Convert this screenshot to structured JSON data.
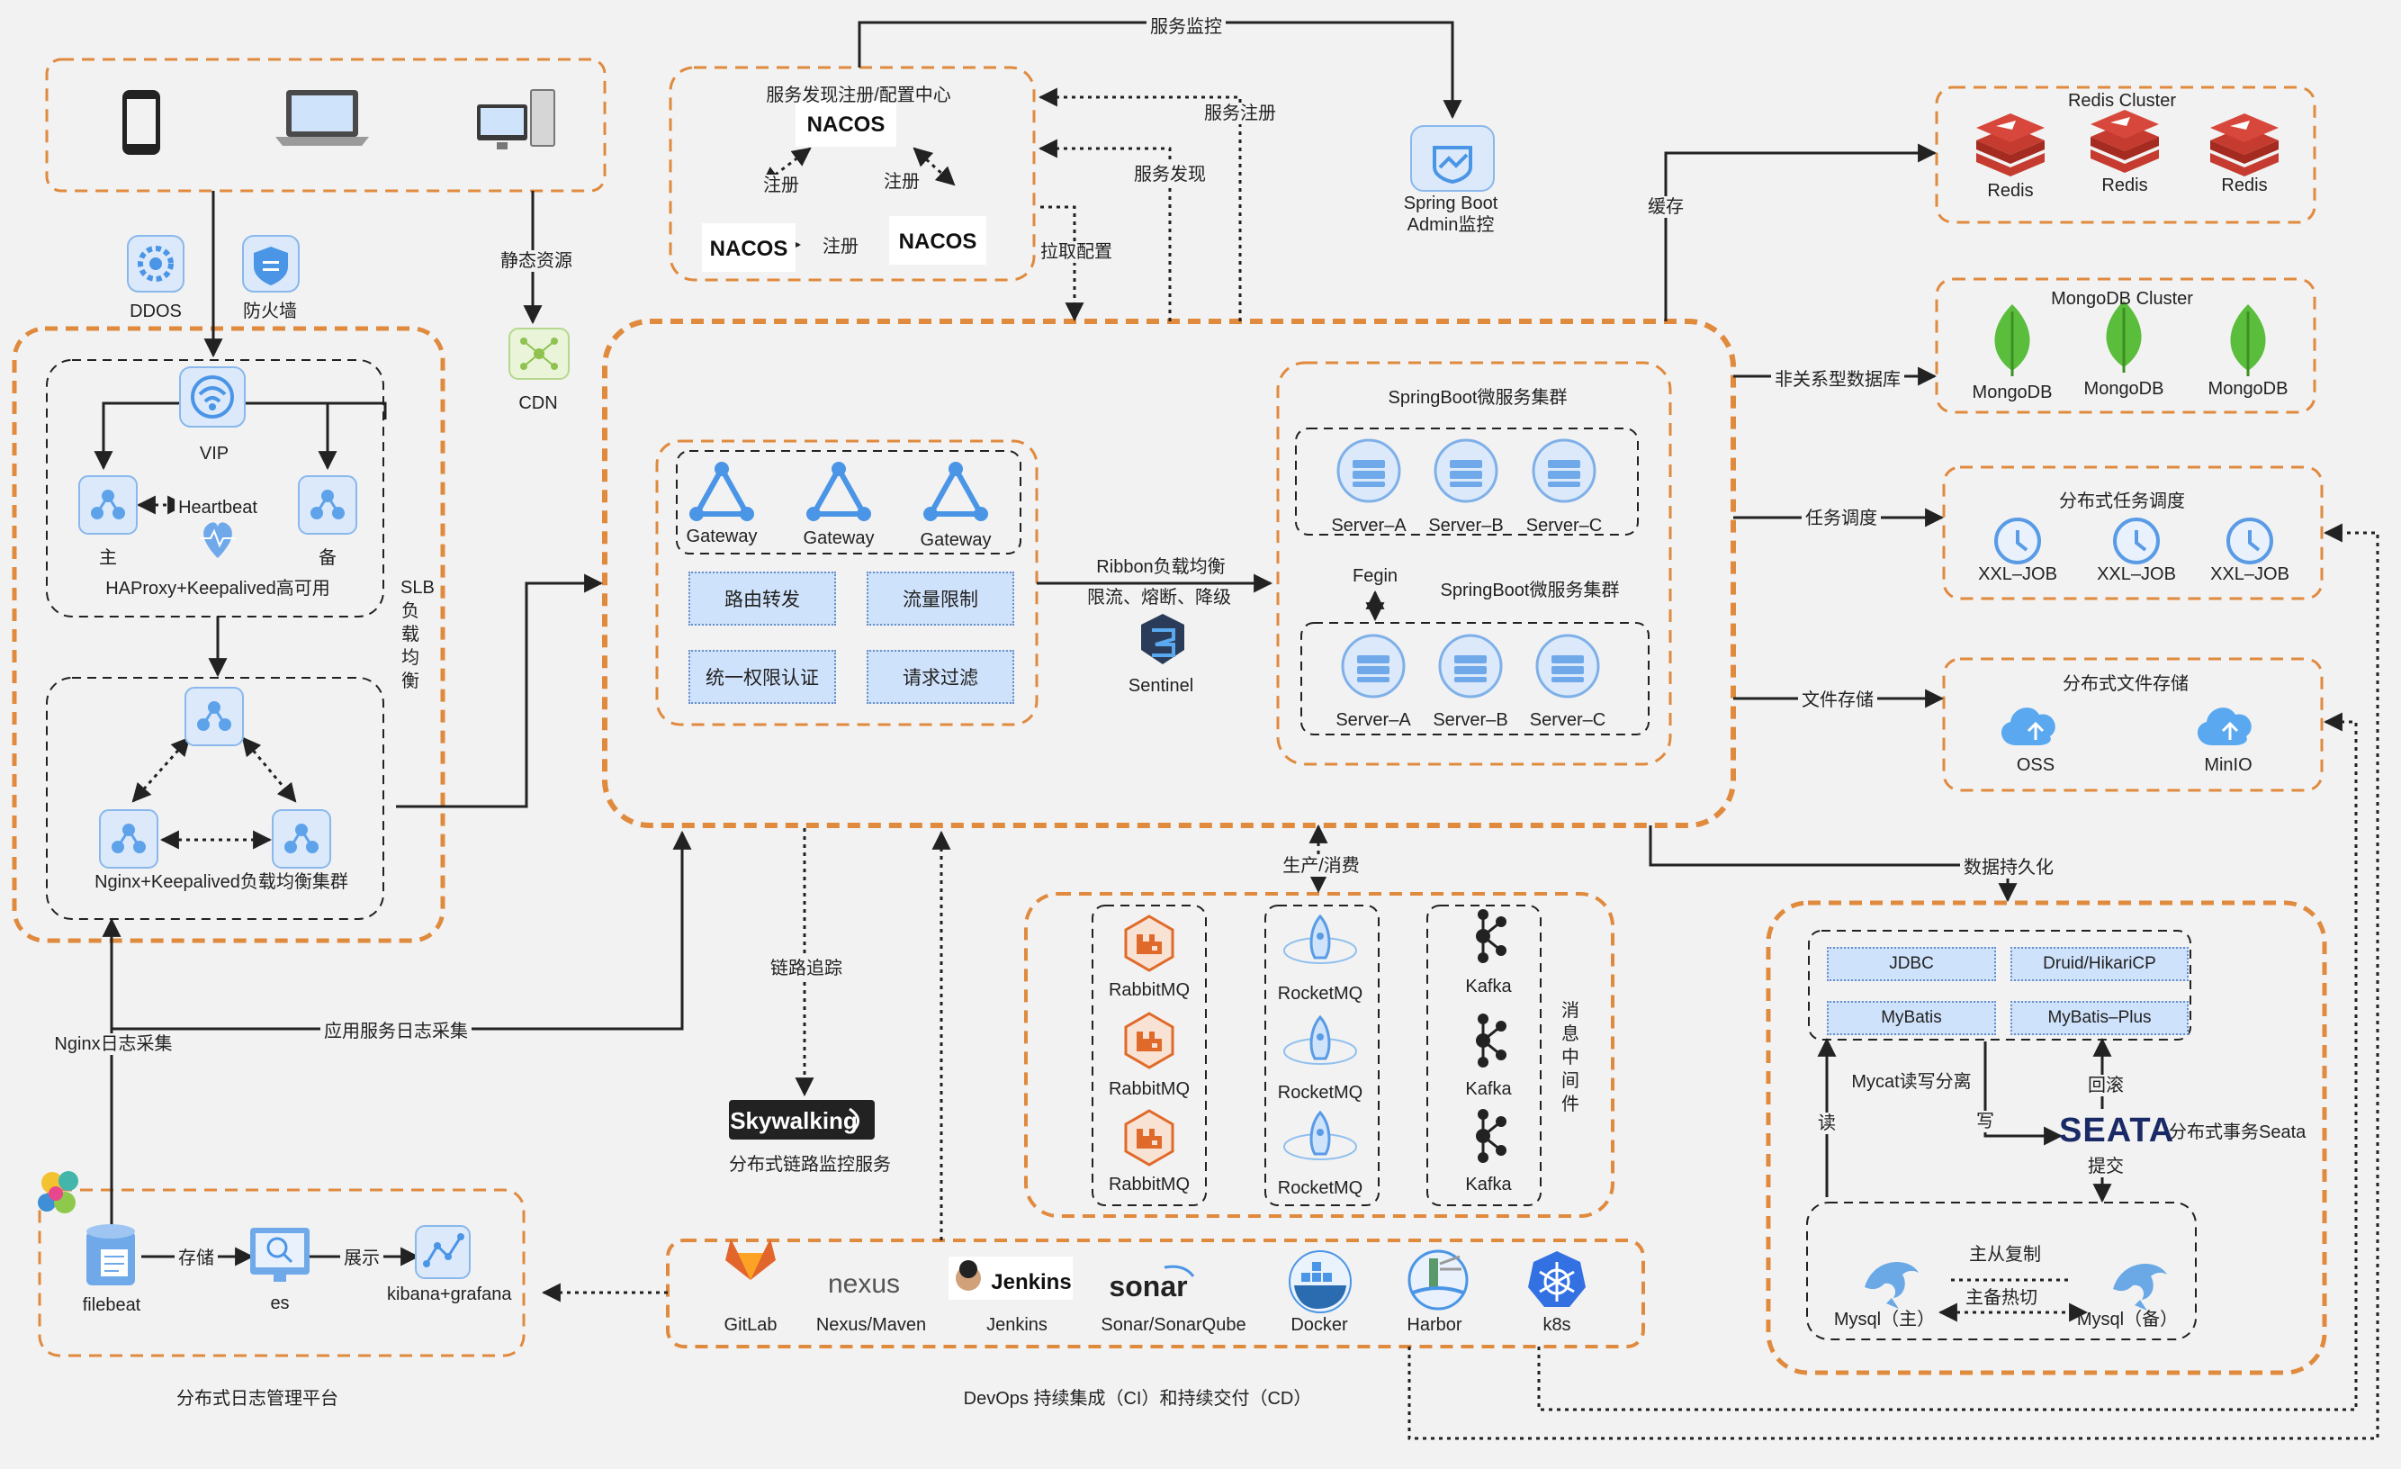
{
  "top": {
    "service_monitor": "服务监控",
    "service_register": "服务注册",
    "service_discovery": "服务发现",
    "pull_config": "拉取配置"
  },
  "nacos": {
    "title": "服务发现注册/配置中心",
    "logo": "NACOS",
    "register_left": "注册",
    "register_right": "注册",
    "register_mid": "注册"
  },
  "admin": {
    "line1": "Spring Boot",
    "line2": "Admin监控"
  },
  "clients": {
    "ddos": "DDOS",
    "firewall": "防火墙",
    "static_res": "静态资源",
    "cdn": "CDN"
  },
  "slb": {
    "vip": "VIP",
    "heartbeat": "Heartbeat",
    "master": "主",
    "backup": "备",
    "haproxy": "HAProxy+Keepalived高可用",
    "side": "SLB负载均衡",
    "nginx": "Nginx+Keepalived负载均衡集群"
  },
  "gateway": {
    "items": [
      "Gateway",
      "Gateway",
      "Gateway"
    ],
    "features": [
      "路由转发",
      "流量限制",
      "统一权限认证",
      "请求过滤"
    ]
  },
  "ribbon": {
    "line1": "Ribbon负载均衡",
    "line2": "限流、熔断、降级",
    "sentinel": "Sentinel"
  },
  "springboot": {
    "cluster1": "SpringBoot微服务集群",
    "cluster2": "SpringBoot微服务集群",
    "fegin": "Fegin",
    "servers": [
      "Server–A",
      "Server–B",
      "Server–C"
    ]
  },
  "right": {
    "cache": "缓存",
    "nosql": "非关系型数据库",
    "task": "任务调度",
    "file": "文件存储",
    "persist": "数据持久化",
    "redis_title": "Redis Cluster",
    "redis": [
      "Redis",
      "Redis",
      "Redis"
    ],
    "mongo_title": "MongoDB Cluster",
    "mongo": [
      "MongoDB",
      "MongoDB",
      "MongoDB"
    ],
    "xxl_title": "分布式任务调度",
    "xxl": [
      "XXL–JOB",
      "XXL–JOB",
      "XXL–JOB"
    ],
    "fs_title": "分布式文件存储",
    "oss": "OSS",
    "minio": "MinIO"
  },
  "db": {
    "jdbc": "JDBC",
    "druid": "Druid/HikariCP",
    "mybatis": "MyBatis",
    "mybatis_plus": "MyBatis–Plus",
    "mycat": "Mycat读写分离",
    "read": "读",
    "write": "写",
    "rollback": "回滚",
    "commit": "提交",
    "seata_logo": "SEATA",
    "seata": "分布式事务Seata",
    "replicate": "主从复制",
    "hot_standby": "主备热切",
    "mysql_master": "Mysql（主）",
    "mysql_backup": "Mysql（备）"
  },
  "mq": {
    "produce": "生产/消费",
    "side": "消息中间件",
    "rabbit": [
      "RabbitMQ",
      "RabbitMQ",
      "RabbitMQ"
    ],
    "rocket": [
      "RocketMQ",
      "RocketMQ",
      "RocketMQ"
    ],
    "kafka": [
      "Kafka",
      "Kafka",
      "Kafka"
    ]
  },
  "tracing": {
    "label": "链路追踪",
    "logo": "Skywalking",
    "caption": "分布式链路监控服务"
  },
  "logs": {
    "nginx_collect": "Nginx日志采集",
    "app_collect": "应用服务日志采集",
    "filebeat": "filebeat",
    "store": "存储",
    "es": "es",
    "show": "展示",
    "kibana": "kibana+grafana",
    "caption": "分布式日志管理平台"
  },
  "devops": {
    "gitlab": "GitLab",
    "nexus_logo": "nexus",
    "nexus": "Nexus/Maven",
    "jenkins_logo": "Jenkins",
    "jenkins": "Jenkins",
    "sonar_logo": "sonar",
    "sonar": "Sonar/SonarQube",
    "docker": "Docker",
    "harbor": "Harbor",
    "k8s": "k8s",
    "caption": "DevOps 持续集成（CI）和持续交付（CD）"
  }
}
